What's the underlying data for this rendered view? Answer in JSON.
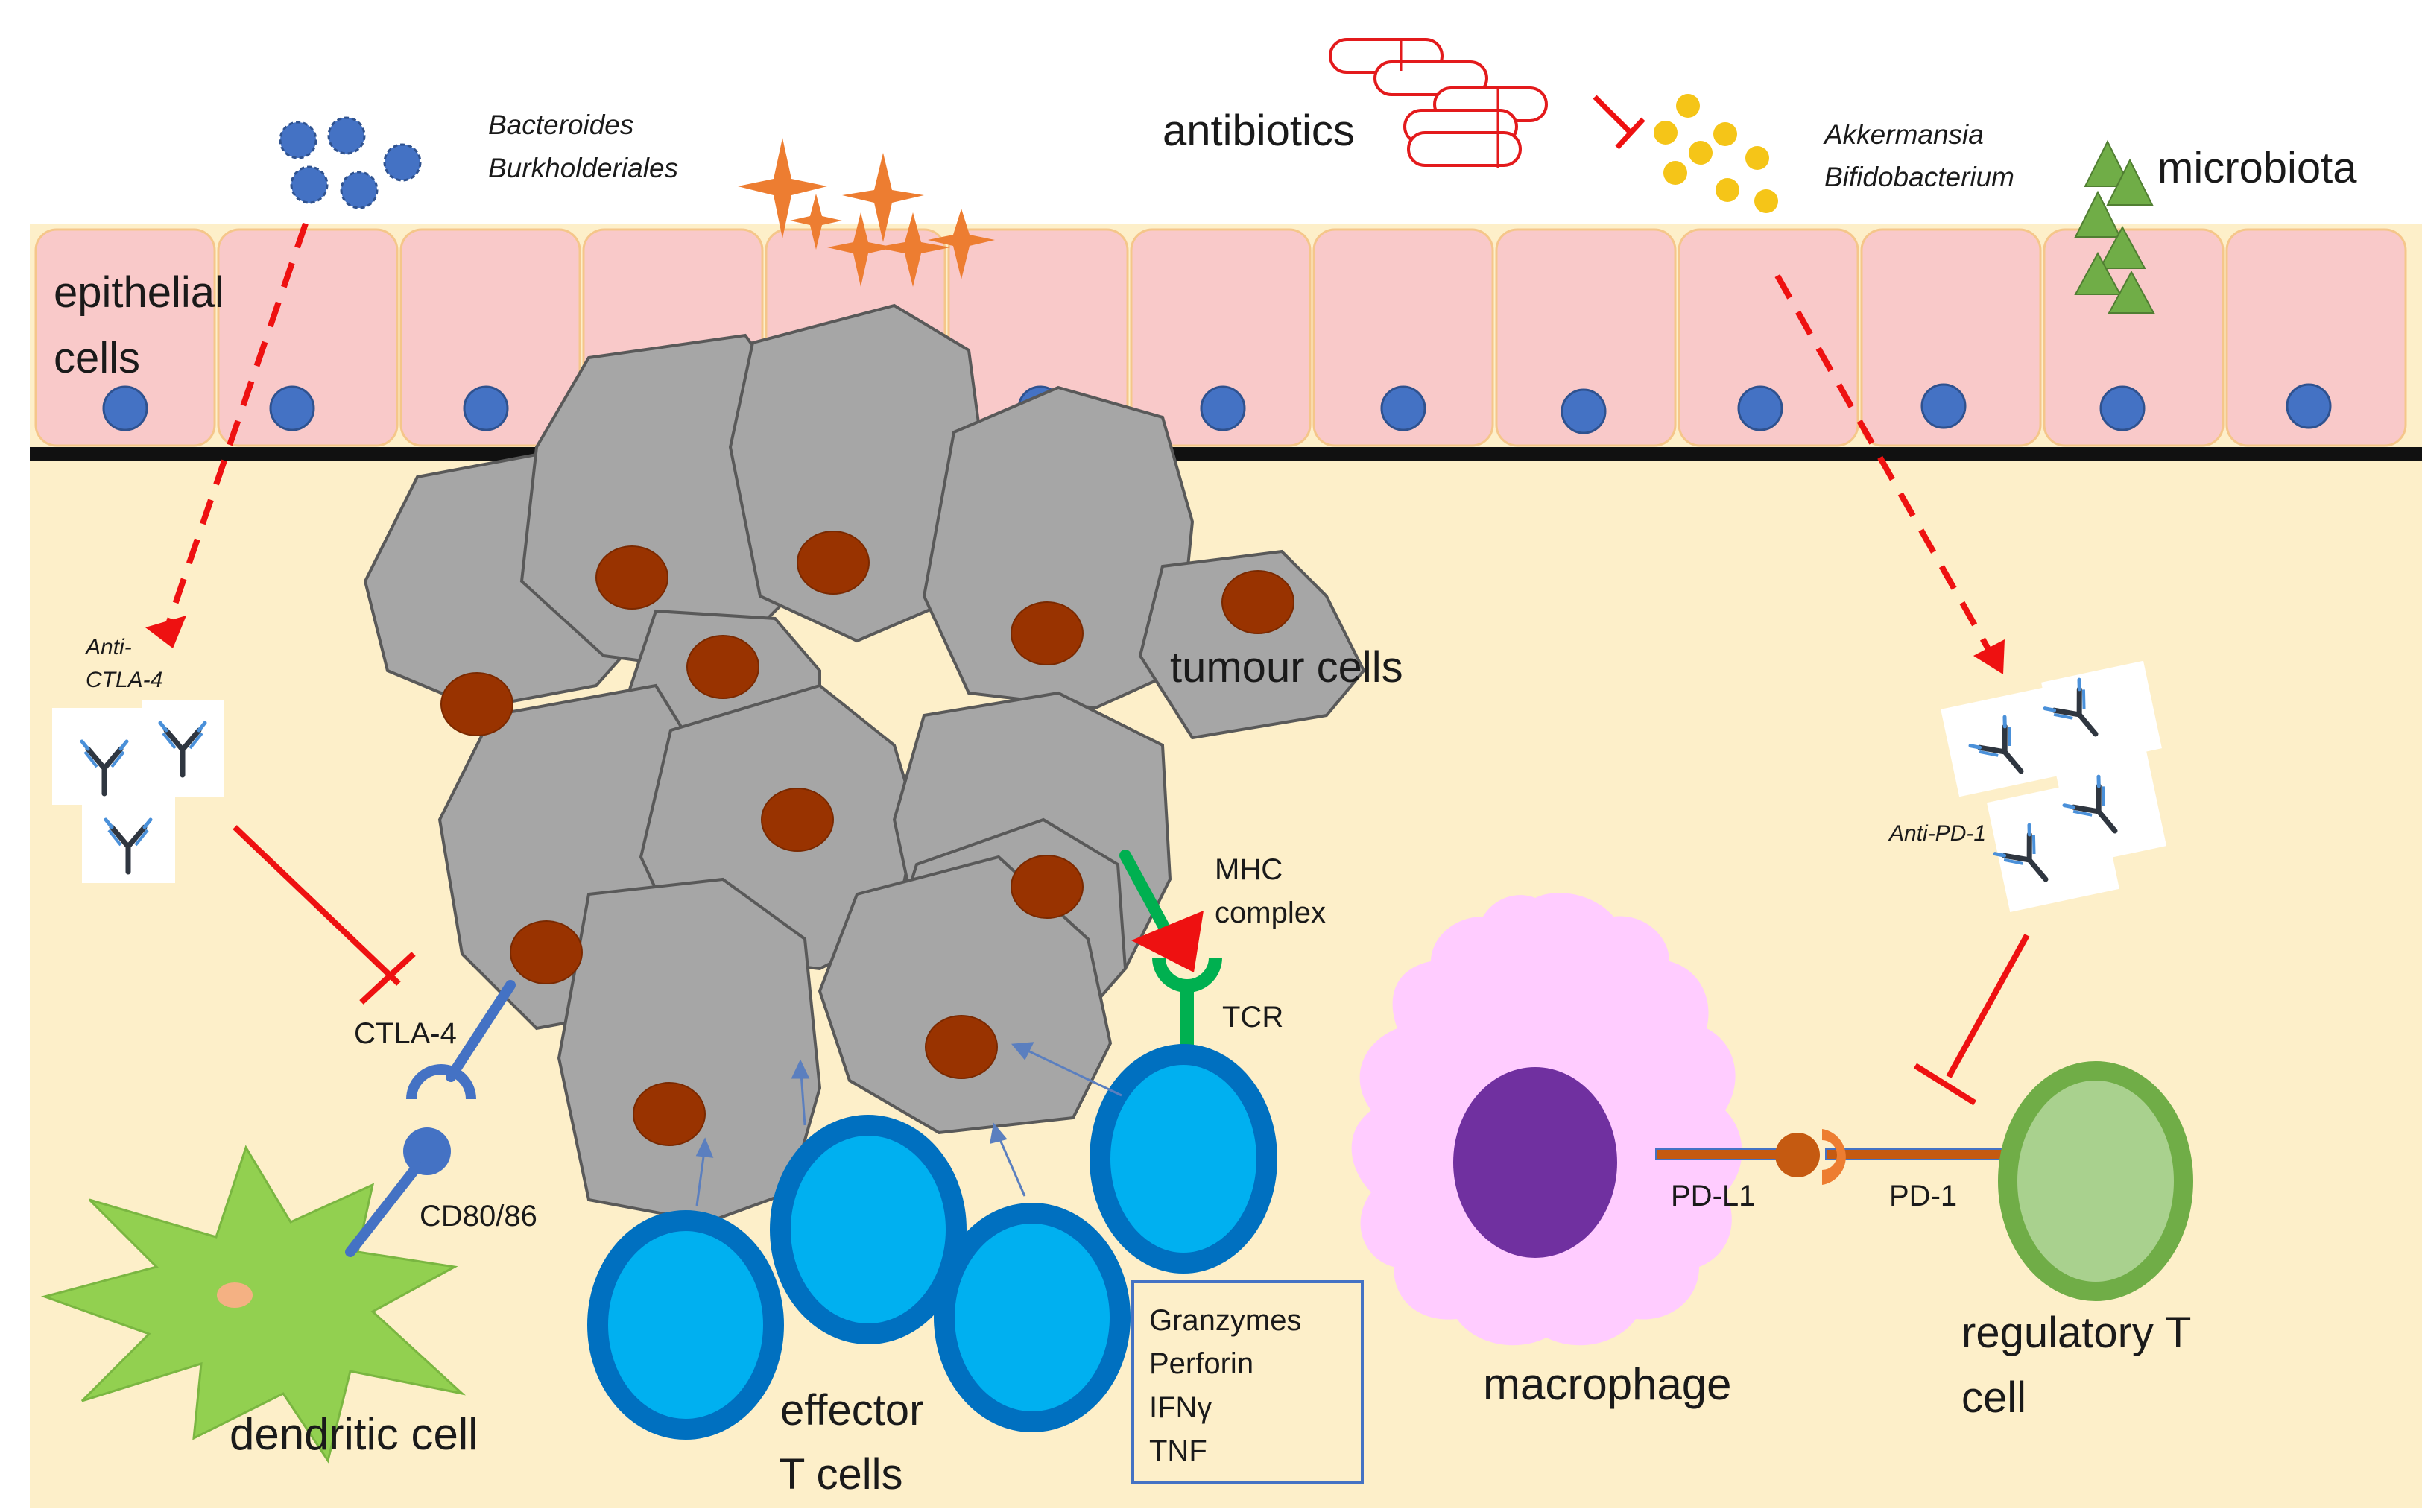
{
  "diagram": {
    "labels": {
      "bacteria_group_1": [
        "Bacteroides",
        "Burkholderiales"
      ],
      "antibiotics": "antibiotics",
      "bacteria_group_2": [
        "Akkermansia",
        "Bifidobacterium"
      ],
      "microbiota": "microbiota",
      "epithelial_cells": [
        "epithelial",
        "cells"
      ],
      "tumour_cells": "tumour cells",
      "anti_ctla4": [
        "Anti-",
        "CTLA-4"
      ],
      "ctla4": "CTLA-4",
      "cd80_86": "CD80/86",
      "dendritic_cell": "dendritic cell",
      "mhc_complex": [
        "MHC",
        "complex"
      ],
      "tcr": "TCR",
      "effector_t_cells": [
        "effector",
        "T cells"
      ],
      "cytokines": [
        "Granzymes",
        "Perforin",
        "IFNγ",
        "TNF"
      ],
      "macrophage": "macrophage",
      "pd_l1": "PD-L1",
      "pd_1": "PD-1",
      "anti_pd1": "Anti-PD-1",
      "regulatory_t_cell": [
        "regulatory T",
        "cell"
      ]
    },
    "colors": {
      "epithelium": "#f9c9c9",
      "tissue": "#fdefc9",
      "nucleus_blue": "#4472c4",
      "tumour": "#a6a6a6",
      "tumour_nucleus": "#993300",
      "inhibition": "#ee1111",
      "t_cell": "#00b0f0",
      "t_cell_ring": "#0070c0",
      "dendritic": "#92d050",
      "macrophage": "#ffccff",
      "macrophage_nucleus": "#7030a0",
      "treg": "#a9d18e",
      "treg_ring": "#70ad47",
      "tcr_green": "#00b050",
      "akkermansia_dots": "#f5c518",
      "burkholderiales_stars": "#ed7d31",
      "bacteroides_blobs": "#4472c4",
      "microbiota_triangles": "#70ad47"
    }
  }
}
